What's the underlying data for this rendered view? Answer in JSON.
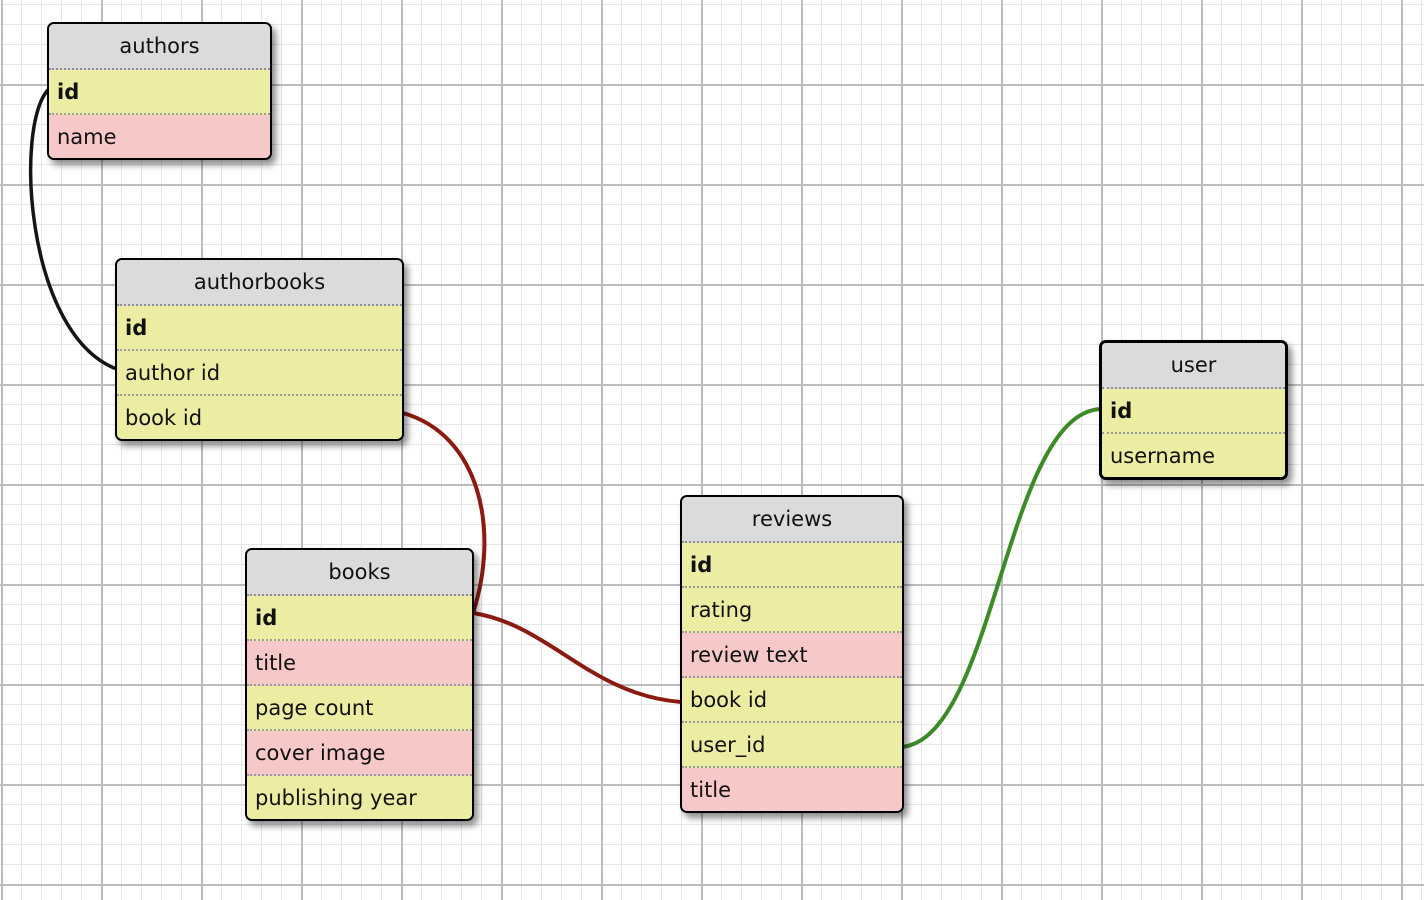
{
  "diagram": {
    "kind": "database-er-diagram",
    "tables": [
      {
        "name": "authors",
        "rows": [
          {
            "label": "id"
          },
          {
            "label": "name"
          }
        ]
      },
      {
        "name": "authorbooks",
        "rows": [
          {
            "label": "id"
          },
          {
            "label": "author id"
          },
          {
            "label": "book id"
          }
        ]
      },
      {
        "name": "books",
        "rows": [
          {
            "label": "id"
          },
          {
            "label": "title"
          },
          {
            "label": "page count"
          },
          {
            "label": "cover image"
          },
          {
            "label": "publishing year"
          }
        ]
      },
      {
        "name": "reviews",
        "rows": [
          {
            "label": "id"
          },
          {
            "label": "rating"
          },
          {
            "label": "review text"
          },
          {
            "label": "book id"
          },
          {
            "label": "user_id"
          },
          {
            "label": "title"
          }
        ]
      },
      {
        "name": "user",
        "rows": [
          {
            "label": "id"
          },
          {
            "label": "username"
          }
        ]
      }
    ],
    "connections": [
      {
        "from": "authors.id",
        "to": "authorbooks.author id",
        "color": "#151515"
      },
      {
        "from": "authorbooks.book id",
        "to": "books.id",
        "color": "#8b1b10"
      },
      {
        "from": "books.id",
        "to": "reviews.book id",
        "color": "#8b1b10"
      },
      {
        "from": "reviews.user_id",
        "to": "user.id",
        "color": "#3c8b28"
      }
    ],
    "colors": {
      "header_fill": "#dbdbdb",
      "field_yellow": "#ececa2",
      "field_pink": "#f6c8c8",
      "grid_minor": "#e7e7e7",
      "grid_major": "#bcbcbc"
    }
  }
}
